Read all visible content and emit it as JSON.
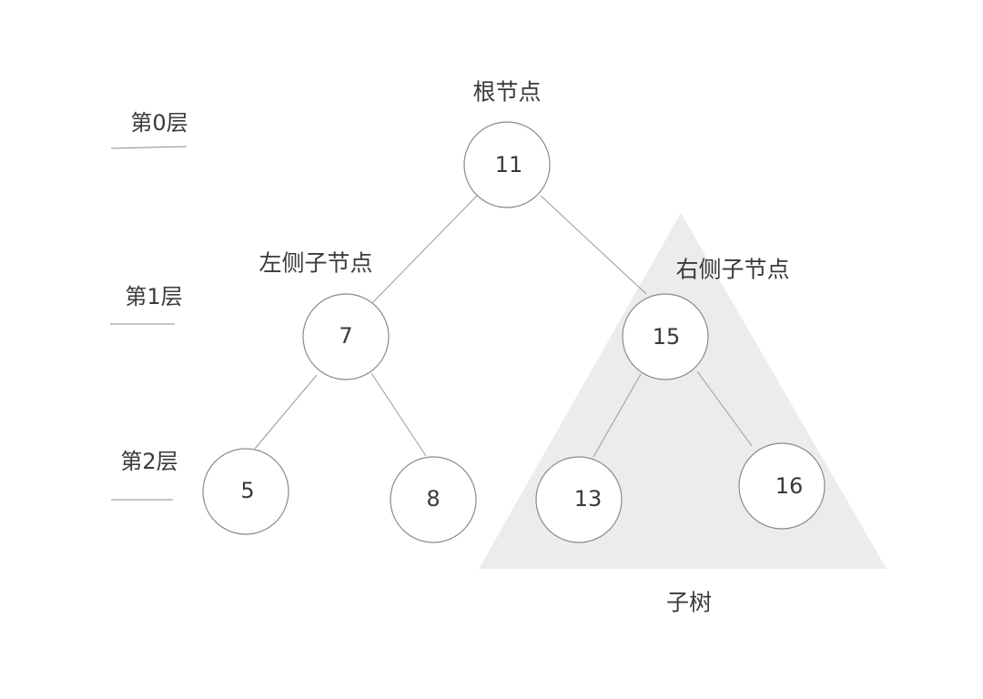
{
  "labels": {
    "root": "根节点",
    "left_child": "左侧子节点",
    "right_child": "右侧子节点",
    "subtree": "子树"
  },
  "levels": [
    "第0层",
    "第1层",
    "第2层"
  ],
  "nodes": {
    "root": "11",
    "left": "7",
    "right": "15",
    "left_left": "5",
    "left_right": "8",
    "right_left": "13",
    "right_right": "16"
  }
}
